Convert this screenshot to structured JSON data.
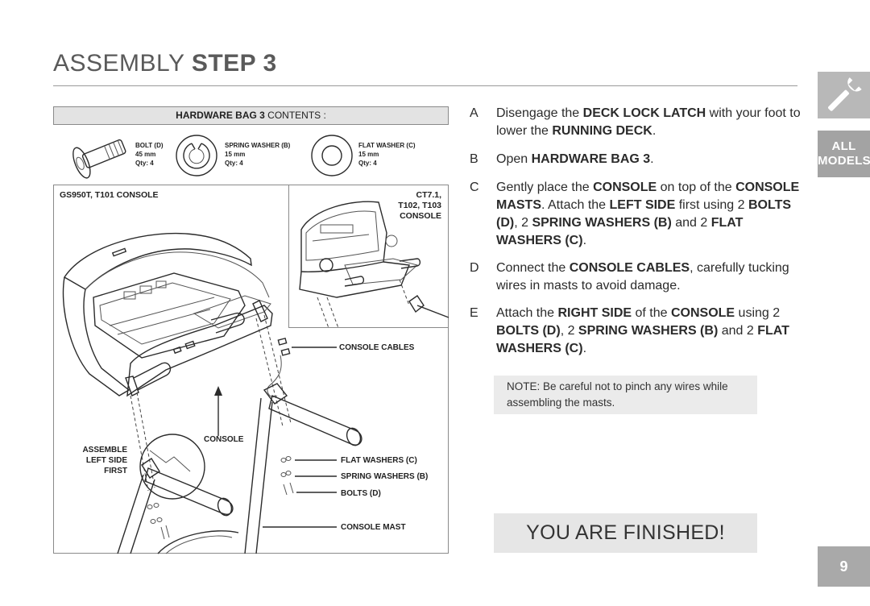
{
  "header": {
    "title_light": "ASSEMBLY",
    "title_bold": "STEP 3"
  },
  "hardware": {
    "bar_bold": "HARDWARE BAG 3",
    "bar_rest": "CONTENTS :",
    "items": [
      {
        "name": "BOLT (D)",
        "size": "45 mm",
        "qty": "Qty: 4"
      },
      {
        "name": "SPRING WASHER (B)",
        "size": "15 mm",
        "qty": "Qty: 4"
      },
      {
        "name": "FLAT WASHER (C)",
        "size": "15 mm",
        "qty": "Qty: 4"
      }
    ]
  },
  "diagram": {
    "main_console_label": "GS950T, T101 CONSOLE",
    "inset_label_1": "CT7.1,",
    "inset_label_2": "T102, T103",
    "inset_label_3": "CONSOLE",
    "console_cables": "CONSOLE CABLES",
    "console": "CONSOLE",
    "assemble_1": "ASSEMBLE",
    "assemble_2": "LEFT SIDE",
    "assemble_3": "FIRST",
    "flat_washers": "FLAT WASHERS (C)",
    "spring_washers": "SPRING WASHERS (B)",
    "bolts": "BOLTS (D)",
    "console_mast": "CONSOLE MAST"
  },
  "steps": [
    {
      "letter": "A",
      "parts": [
        "Disengage the ",
        "DECK LOCK LATCH",
        " with your foot to lower the ",
        "RUNNING DECK",
        "."
      ]
    },
    {
      "letter": "B",
      "parts": [
        "Open ",
        "HARDWARE BAG 3",
        "."
      ]
    },
    {
      "letter": "C",
      "parts": [
        "Gently place the ",
        "CONSOLE",
        " on top of the ",
        "CONSOLE MASTS",
        ". Attach the ",
        "LEFT SIDE",
        " first using 2 ",
        "BOLTS (D)",
        ", 2 ",
        "SPRING WASHERS (B)",
        " and 2 ",
        "FLAT WASHERS (C)",
        "."
      ]
    },
    {
      "letter": "D",
      "parts": [
        "Connect the ",
        "CONSOLE CABLES",
        ", carefully tucking wires in masts to avoid damage."
      ]
    },
    {
      "letter": "E",
      "parts": [
        "Attach the ",
        "RIGHT SIDE",
        " of the ",
        "CONSOLE",
        " using  2 ",
        "BOLTS (D)",
        ", 2 ",
        "SPRING WASHERS (B)",
        " and 2 ",
        "FLAT WASHERS (C)",
        "."
      ]
    }
  ],
  "note": "NOTE: Be careful not to pinch any wires while assembling the masts.",
  "finished": "YOU ARE FINISHED!",
  "side_tabs": {
    "icon": "wrench-icon",
    "models_line1": "ALL",
    "models_line2": "MODELS",
    "page_number": "9"
  }
}
